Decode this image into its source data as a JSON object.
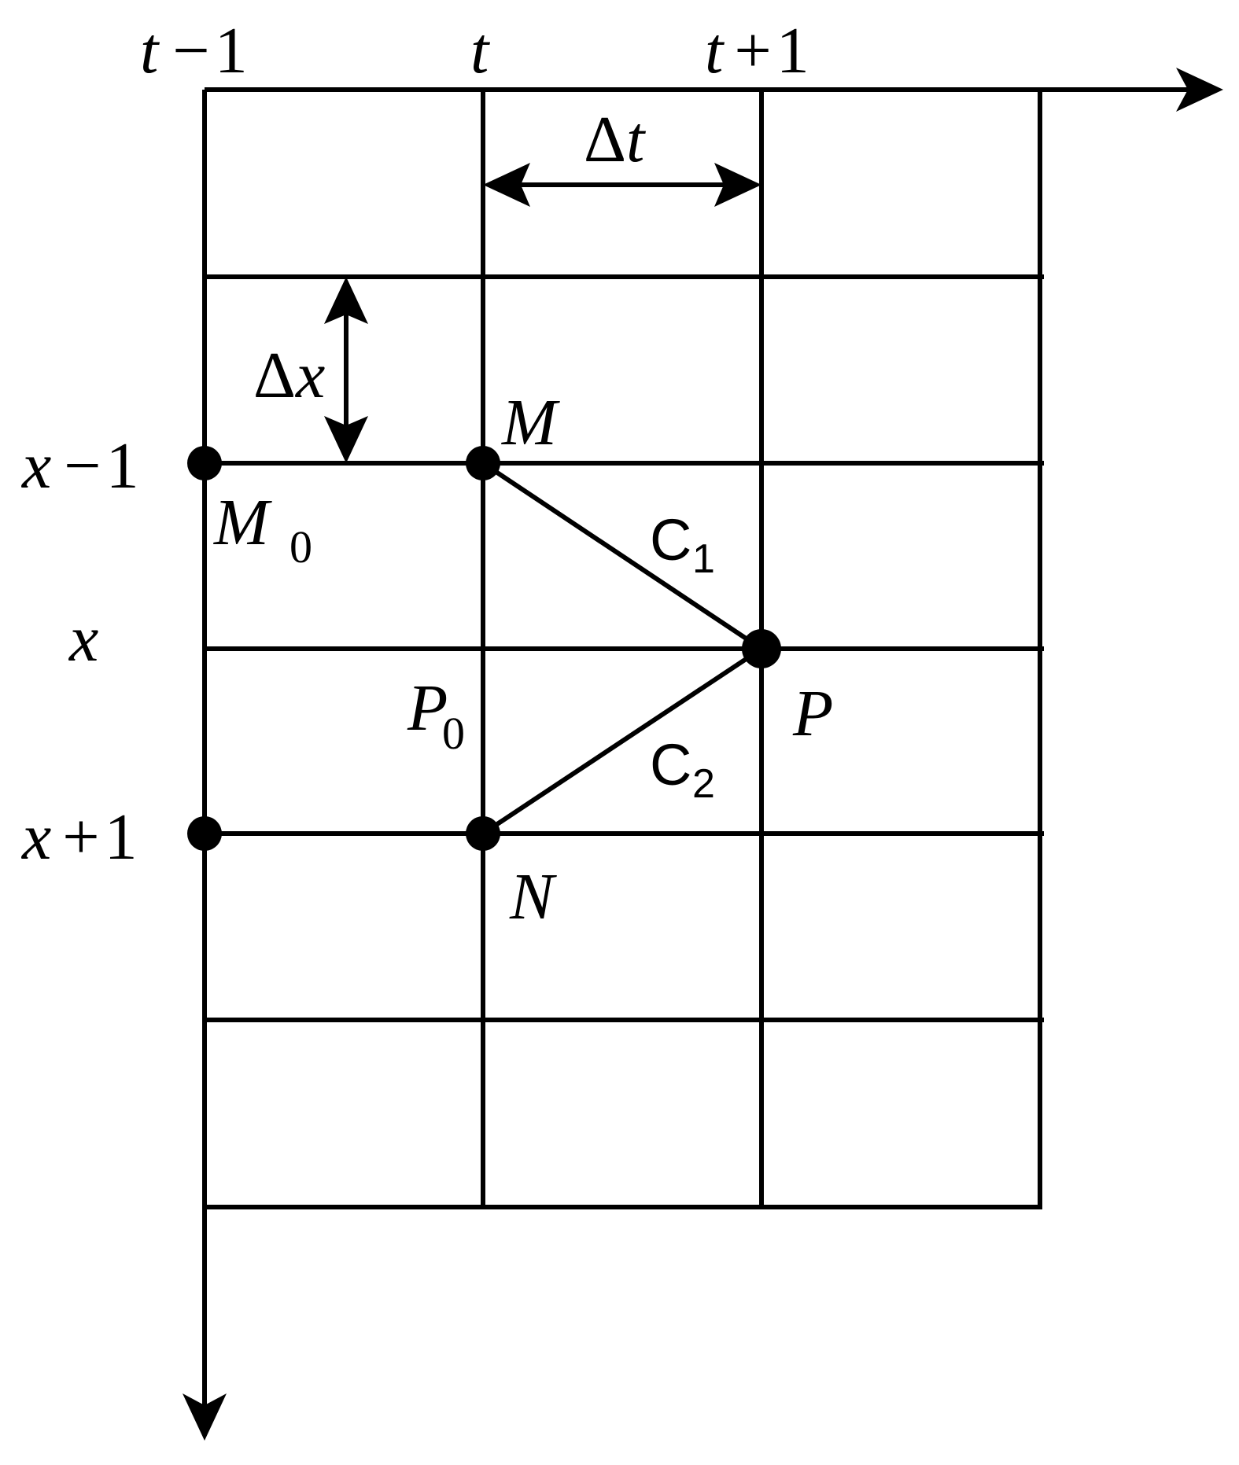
{
  "axes": {
    "time_ticks": [
      {
        "var": "t",
        "op": "−",
        "num": "1"
      },
      {
        "var": "t",
        "op": "",
        "num": ""
      },
      {
        "var": "t",
        "op": "+",
        "num": "1"
      }
    ],
    "space_ticks": [
      {
        "var": "x",
        "op": "−",
        "num": "1"
      },
      {
        "var": "x",
        "op": "",
        "num": ""
      },
      {
        "var": "x",
        "op": "+",
        "num": "1"
      }
    ]
  },
  "dimensions": {
    "dt": {
      "delta": "Δ",
      "var": "t"
    },
    "dx": {
      "delta": "Δ",
      "var": "x"
    }
  },
  "points": {
    "M": {
      "name": "M",
      "sub": ""
    },
    "M0": {
      "name": "M",
      "sub": "0"
    },
    "P": {
      "name": "P",
      "sub": ""
    },
    "P0": {
      "name": "P",
      "sub": "0"
    },
    "N": {
      "name": "N",
      "sub": ""
    }
  },
  "characteristics": {
    "C1": {
      "name": "C",
      "sub": "1"
    },
    "C2": {
      "name": "C",
      "sub": "2"
    }
  }
}
